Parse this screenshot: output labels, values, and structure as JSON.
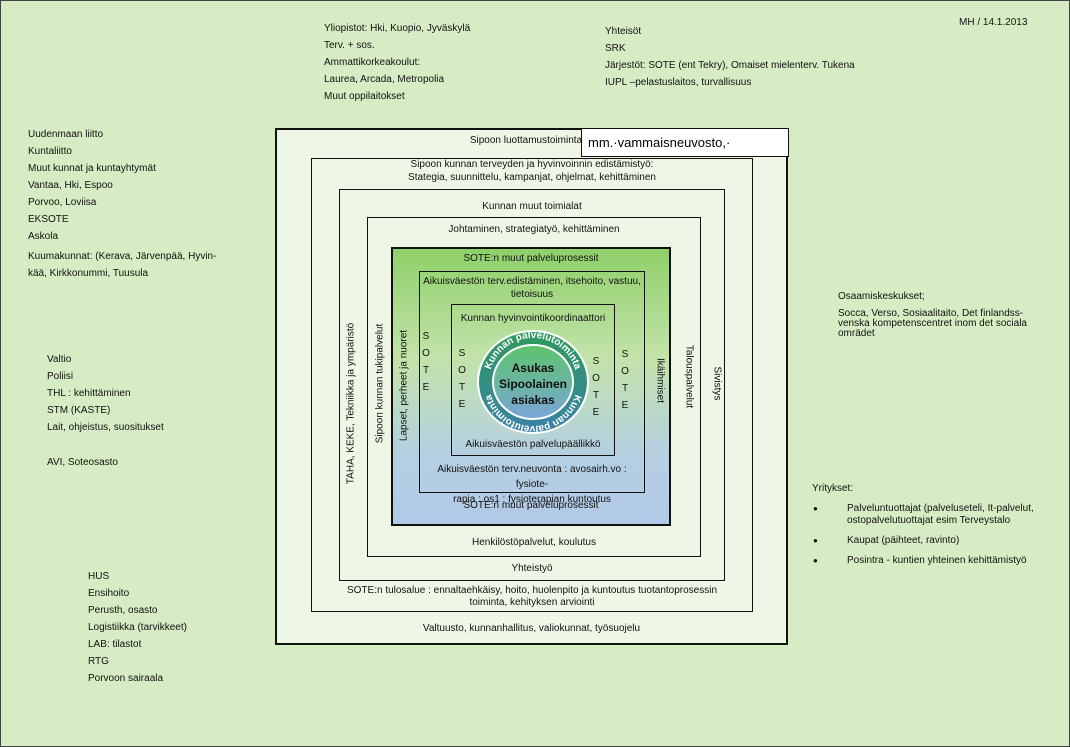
{
  "header_right": "MH / 14.1.2013",
  "top_center_list": [
    "Yliopistot: Hki, Kuopio, Jyväskylä",
    "Terv. + sos.",
    "Ammattikorkeakoulut:",
    "Laurea, Arcada, Metropolia",
    "Muut oppilaitokset"
  ],
  "top_right_list": [
    "Yhteisöt",
    "SRK",
    "Järjestöt:  SOTE (ent Tekry), Omaiset mielenterv. Tukena",
    "IUPL –pelastuslaitos, turvallisuus"
  ],
  "left_list_1": [
    "Uudenmaan liitto",
    "Kuntaliitto",
    "Muut kunnat ja kuntayhtymät",
    "Vantaa, Hki, Espoo",
    "Porvoo, Loviisa",
    "EKSOTE",
    "Askola"
  ],
  "left_list_1_wrap": [
    "Kuumakunnat: (Kerava, Järvenpää, Hyvin-",
    "kää, Kirkkonummi, Tuusula"
  ],
  "left_list_2": [
    "Valtio",
    "Poliisi",
    "THL : kehittäminen",
    "STM (KASTE)",
    "Lait, ohjeistus, suositukset"
  ],
  "left_avi": "AVI, Soteosasto",
  "left_list_3": [
    "HUS",
    "Ensihoito",
    "Perusth, osasto",
    "Logistiikka (tarvikkeet)",
    "LAB: tilastot",
    "RTG",
    "Porvoon sairaala"
  ],
  "right_osaamis_title": "Osaamiskeskukset;",
  "right_osaamis_body": [
    "Socca, Verso, Sosiaalitaito, Det finlandss-",
    "venska kompetenscentret inom det sociala",
    "omrädet"
  ],
  "right_yritykset_title": "Yritykset:",
  "right_yritykset_items": [
    [
      "Palveluntuottajat (palveluseteli, It-palvelut,",
      "ostopalvelutuottajat esim Terveystalo"
    ],
    [
      "Kaupat (päihteet, ravinto)"
    ],
    [
      "Posintra - kuntien yhteinen kehittämistyö"
    ]
  ],
  "diagram": {
    "box1_top": "Sipoon luottamustoiminta",
    "overlay_box": "mm.·vammaisneuvosto,·",
    "box1_bottom": "Valtuusto, kunnanhallitus, valiokunnat, työsuojelu",
    "box2_top": [
      "Sipoon kunnan terveyden ja hyvinvoinnin edistämistyö:",
      "Stategia, suunnittelu, kampanjat, ohjelmat, kehittäminen"
    ],
    "box2_bottom": [
      "SOTE:n tulosalue : ennaltaehkäisy, hoito, huolenpito ja kuntoutus tuotantoprosessin",
      "toiminta, kehityksen arviointi"
    ],
    "box3_top": "Kunnan muut toimialat",
    "box3_bottom": "Yhteistyö",
    "box3_left": "TAHA, KEKE, Tekniikka ja ympäristö",
    "box3_right": "Sivistys",
    "box4_top": "Johtaminen, strategiatyö, kehittäminen",
    "box4_bottom": "Henkilöstöpalvelut, koulutus",
    "box4_left": "Sipoon kunnan tukipalvelut",
    "box4_right": "Talouspalvelut",
    "box5_top": "SOTE:n muut  palveluprosessit",
    "box5_bottom": "SOTE:n muut  palveluprosessit",
    "box5_left": "Lapset, perheet ja nuoret",
    "box5_right": "Ikäihmiset",
    "box6_top": [
      "Aikuisväestön terv.edistäminen, itsehoito, vastuu,",
      "tietoisuus"
    ],
    "box6_bottom": [
      "Aikuisväestön terv.neuvonta : avosairh.vo : fysiote-",
      "rapia : os1 : fysioterapian kuntoutus"
    ],
    "sote_letters": [
      "S",
      "O",
      "T",
      "E"
    ],
    "box7_top": "Kunnan hyvinvointikoordinaattori",
    "box7_bottom": "Aikuisväestön palvelupäällikkö",
    "center_lines": [
      "Asukas",
      "Sipoolainen",
      "asiakas"
    ],
    "ring_text_top": "Kunnan palvelutoiminta",
    "ring_text_bottom": "Kunnan palvelutoiminta"
  },
  "colors": {
    "background": "#d6ecc4",
    "inner_box": "#eef7e6",
    "green_top": "#8fd06a",
    "blue_bottom": "#b3c9e8",
    "ring": "#3a9a8a"
  }
}
